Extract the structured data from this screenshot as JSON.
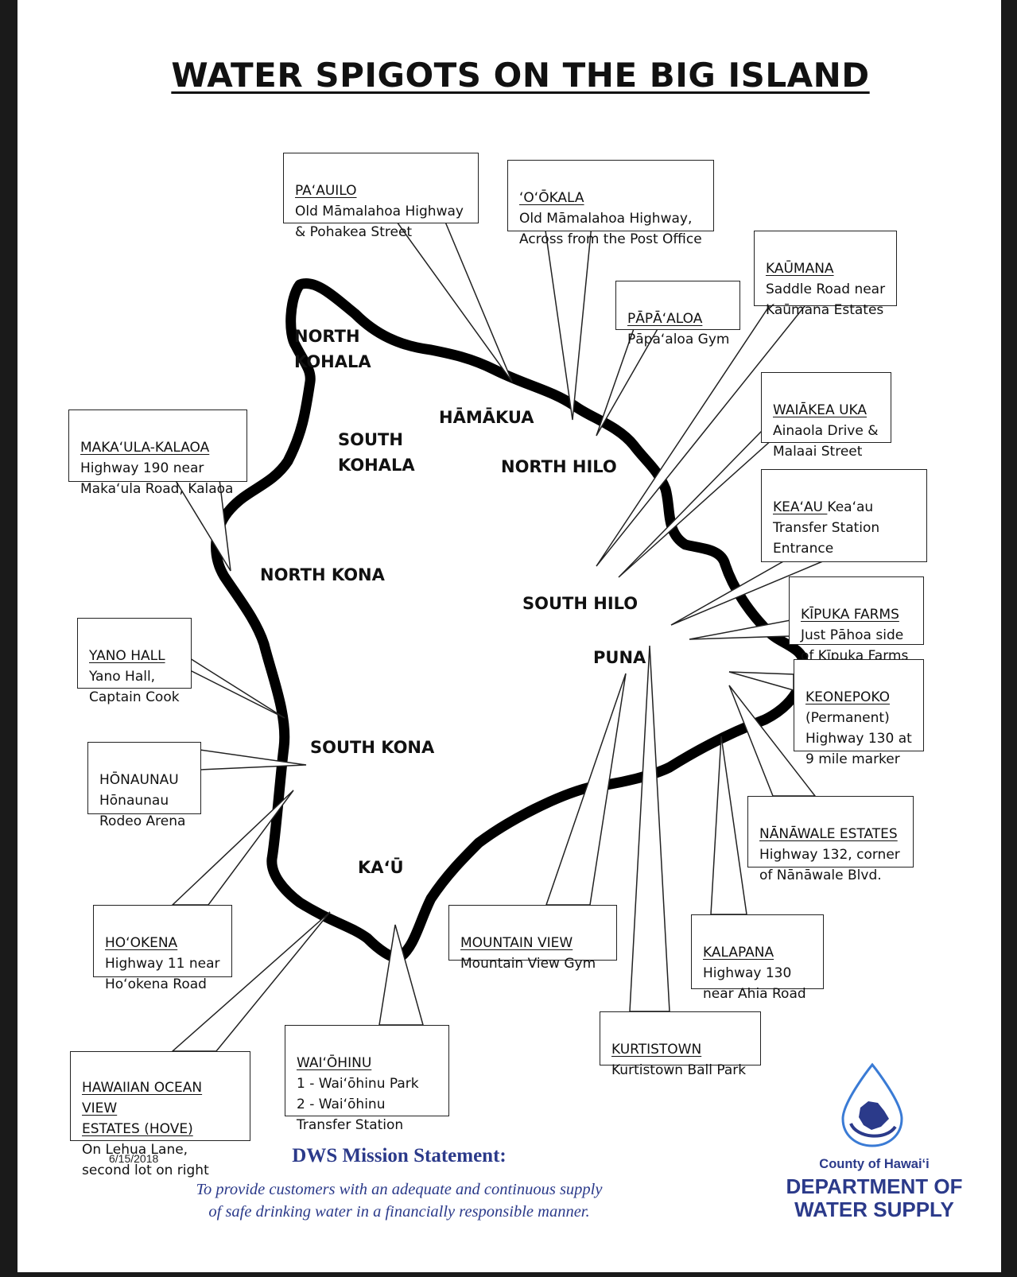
{
  "title": "WATER SPIGOTS ON THE BIG ISLAND",
  "districts": {
    "north_kohala": "NORTH\nKOHALA",
    "south_kohala": "SOUTH\nKOHALA",
    "hamakua": "HĀMĀKUA",
    "north_hilo": "NORTH HILO",
    "north_kona": "NORTH KONA",
    "south_hilo": "SOUTH HILO",
    "puna": "PUNA",
    "south_kona": "SOUTH KONA",
    "kau": "KA‘Ū"
  },
  "spigots": {
    "paauilo": {
      "name": "PA‘AUILO",
      "desc": "Old Māmalahoa Highway\n& Pohakea Street"
    },
    "ookala": {
      "name": "‘O‘ŌKALA",
      "desc": "Old Māmalahoa Highway,\nAcross from the Post Office"
    },
    "kaumana": {
      "name": "KAŪMANA",
      "desc": "Saddle Road near\nKaūmana Estates"
    },
    "papaaloa": {
      "name": "PĀPĀ‘ALOA",
      "desc": "Pāpa‘aloa Gym"
    },
    "waiakea_uka": {
      "name": "WAIĀKEA UKA",
      "desc": "Ainaola Drive &\nMalaai Street"
    },
    "keaau": {
      "name": "KEA‘AU ",
      "desc": "Kea‘au\nTransfer Station\nEntrance"
    },
    "kipuka_farms": {
      "name": "KĪPUKA FARMS",
      "desc": "Just Pāhoa side\nof Kīpuka Farms"
    },
    "keonepoko": {
      "name": "KEONEPOKO",
      "desc": "(Permanent)\nHighway 130 at\n9 mile marker"
    },
    "nanawale": {
      "name": "NĀNĀWALE ESTATES",
      "desc": "Highway 132, corner\nof Nānāwale Blvd."
    },
    "kalapana": {
      "name": "KALAPANA",
      "desc": "Highway 130\nnear Ahia Road"
    },
    "kurtistown": {
      "name": "KURTISTOWN",
      "desc": "Kurtistown Ball Park"
    },
    "mountain_view": {
      "name": "MOUNTAIN VIEW",
      "desc": "Mountain View Gym"
    },
    "waiohinu": {
      "name": "WAI‘ŌHINU",
      "desc": "1 - Wai‘ōhinu Park\n2 - Wai‘ōhinu\nTransfer Station"
    },
    "hove": {
      "name": "HAWAIIAN OCEAN VIEW\nESTATES (HOVE)",
      "desc": "On Lehua Lane,\nsecond lot on right"
    },
    "hookena": {
      "name": "HO‘OKENA",
      "desc": "Highway 11 near\nHo‘okena Road"
    },
    "honaunau": {
      "name": "HŌNAUNAU",
      "desc": "Hōnaunau\nRodeo Arena"
    },
    "yano_hall": {
      "name": "YANO HALL",
      "desc": "Yano Hall,\nCaptain Cook"
    },
    "makaula_kalaoa": {
      "name": "MAKA‘ULA-KALAOA",
      "desc": "Highway 190 near\nMaka‘ula Road, Kalaoa"
    }
  },
  "footer": {
    "date": "6/15/2018",
    "mission_title": "DWS Mission Statement:",
    "mission_text": "To provide customers with an adequate and continuous supply\nof safe drinking water in a financially responsible manner.",
    "county": "County of Hawai‘i",
    "department": "DEPARTMENT OF\nWATER SUPPLY"
  },
  "colors": {
    "brand_blue": "#2b3a8a",
    "outline": "#000000"
  }
}
